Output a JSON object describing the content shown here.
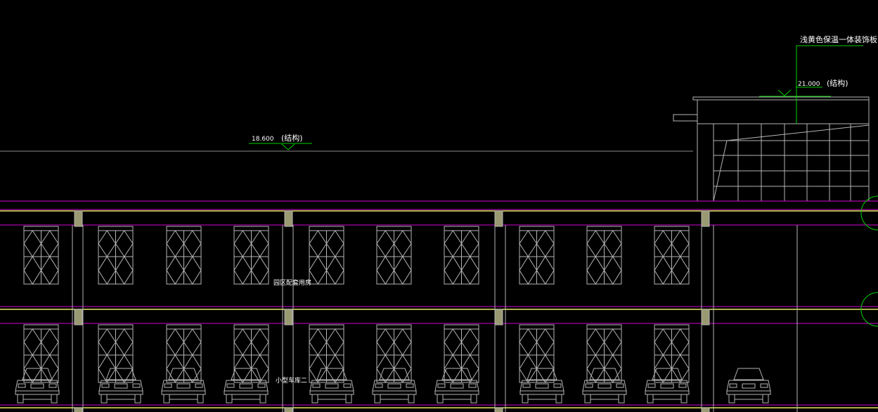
{
  "drawing": {
    "background": "#000000",
    "colors": {
      "linework": "#b4b4b4",
      "dim_grey": "#6e6e6e",
      "slab_magenta": "#d400d4",
      "slab_yellow": "#e8e860",
      "leader_green": "#00d000",
      "text": "#ffffff",
      "column_fill": "#9a9a72"
    }
  },
  "annotations": {
    "material_note": "浅黄色保温一体装饰板",
    "elev_roof_value": "21.000",
    "elev_roof_suffix": "(结构)",
    "elev_parapet_value": "18.600",
    "elev_parapet_suffix": "(结构)",
    "room_upper": "园区配套用房",
    "room_lower": "小型车库二"
  },
  "counts": {
    "windows_per_floor": 10,
    "cars": 11
  }
}
